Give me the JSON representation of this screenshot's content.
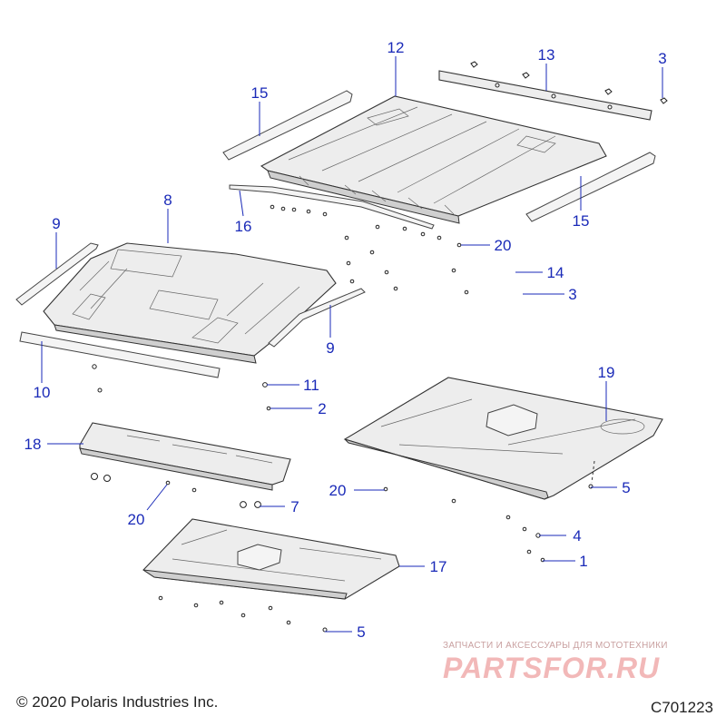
{
  "callouts": {
    "c1": "1",
    "c2": "2",
    "c3a": "3",
    "c3b": "3",
    "c4": "4",
    "c5a": "5",
    "c5b": "5",
    "c7": "7",
    "c8": "8",
    "c9a": "9",
    "c9b": "9",
    "c10": "10",
    "c11": "11",
    "c12": "12",
    "c13": "13",
    "c14": "14",
    "c15a": "15",
    "c15b": "15",
    "c16": "16",
    "c17": "17",
    "c18": "18",
    "c19": "19",
    "c20a": "20",
    "c20b": "20",
    "c20c": "20"
  },
  "footer": {
    "copyright": "© 2020 Polaris Industries Inc.",
    "drawing_id": "C701223"
  },
  "watermark": {
    "tagline": "ЗАПЧАСТИ И АКСЕССУАРЫ ДЛЯ МОТОТЕХНИКИ",
    "brand": "PARTSFOR.RU"
  },
  "colors": {
    "callout": "#1a2ab8",
    "line": "#333333",
    "part_fill": "#ededed",
    "watermark": "#f2b8b8"
  }
}
